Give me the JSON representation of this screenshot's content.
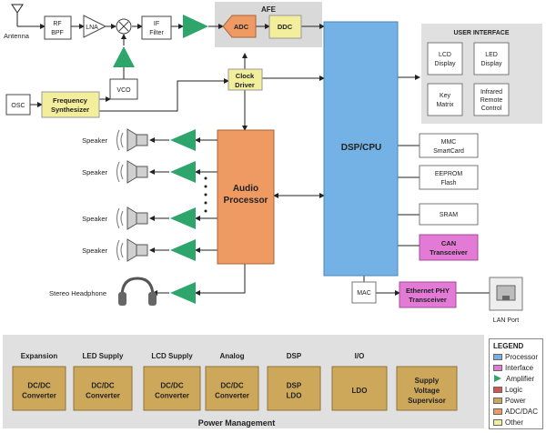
{
  "colors": {
    "processor": "#74b1e4",
    "interface": "#e27ad6",
    "amplifier": "#2ea66b",
    "logic": "#d9534f",
    "power": "#cea85a",
    "adc_dac": "#ef9a63",
    "other": "#f2ee9b",
    "afe_bg": "#d9d9d9",
    "power_bg": "#e0e0e0",
    "line": "#222222"
  },
  "rf_chain": {
    "antenna": "Antenna",
    "rf_bpf": [
      "RF",
      "BPF"
    ],
    "lna": "LNA",
    "if_filter": [
      "IF",
      "Filter"
    ],
    "vco": "VCO",
    "osc": "OSC",
    "freq_synth": [
      "Frequency",
      "Synthesizer"
    ]
  },
  "afe": {
    "title": "AFE",
    "adc": "ADC",
    "ddc": "DDC"
  },
  "clock_driver": [
    "Clock",
    "Driver"
  ],
  "dsp": "DSP/CPU",
  "audio_processor": [
    "Audio",
    "Processor"
  ],
  "speakers": [
    "Speaker",
    "Speaker",
    "Speaker",
    "Speaker"
  ],
  "headphone": "Stereo Headphone",
  "user_interface": {
    "title": "USER INTERFACE",
    "lcd": [
      "LCD",
      "Display"
    ],
    "led": [
      "LED",
      "Display"
    ],
    "key": [
      "Key",
      "Matrix"
    ],
    "ir": [
      "Infrared",
      "Remote",
      "Control"
    ]
  },
  "peripherals": {
    "mmc": [
      "MMC",
      "SmartCard"
    ],
    "eeprom": [
      "EEPROM",
      "Flash"
    ],
    "sram": "SRAM",
    "can": [
      "CAN",
      "Transceiver"
    ]
  },
  "mac": "MAC",
  "ethernet": [
    "Ethernet PHY",
    "Transceiver"
  ],
  "lan_port": "LAN Port",
  "power": {
    "title": "Power Management",
    "blocks": [
      {
        "header": "Expansion",
        "lines": [
          "DC/DC",
          "Converter"
        ]
      },
      {
        "header": "LED Supply",
        "lines": [
          "DC/DC",
          "Converter"
        ]
      },
      {
        "header": "LCD Supply",
        "lines": [
          "DC/DC",
          "Converter"
        ]
      },
      {
        "header": "Analog",
        "lines": [
          "DC/DC",
          "Converter"
        ]
      },
      {
        "header": "DSP",
        "lines": [
          "DSP",
          "LDO"
        ]
      },
      {
        "header": "I/O",
        "lines": [
          "LDO"
        ]
      },
      {
        "header": "",
        "lines": [
          "Supply",
          "Voltage",
          "Supervisor"
        ]
      }
    ]
  },
  "legend": {
    "title": "LEGEND",
    "items": [
      {
        "label": "Processor",
        "color": "#74b1e4",
        "kind": "swatch"
      },
      {
        "label": "Interface",
        "color": "#e27ad6",
        "kind": "swatch"
      },
      {
        "label": "Amplifier",
        "color": "#2ea66b",
        "kind": "triangle"
      },
      {
        "label": "Logic",
        "color": "#d9534f",
        "kind": "swatch"
      },
      {
        "label": "Power",
        "color": "#cea85a",
        "kind": "swatch"
      },
      {
        "label": "ADC/DAC",
        "color": "#ef9a63",
        "kind": "swatch"
      },
      {
        "label": "Other",
        "color": "#f2ee9b",
        "kind": "swatch"
      }
    ]
  }
}
